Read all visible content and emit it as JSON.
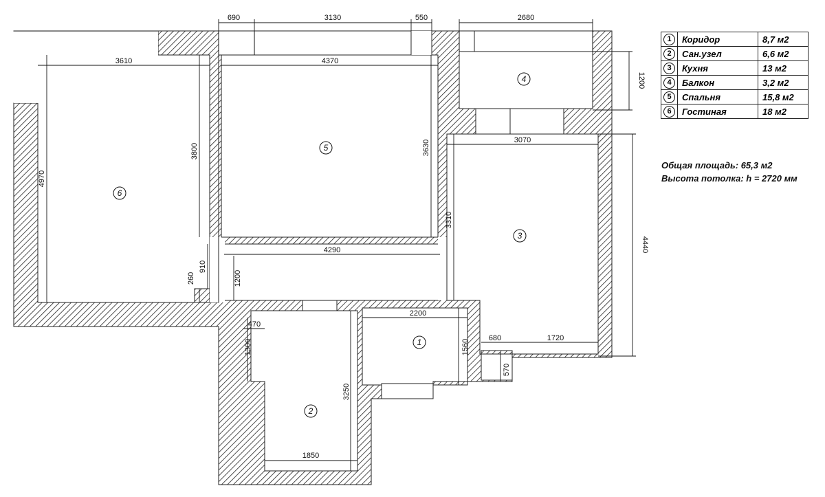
{
  "dimensions": {
    "top_a": "690",
    "top_b": "3130",
    "top_c": "550",
    "top_balcony": "2680",
    "w_living": "3610",
    "w_bedroom": "4370",
    "h_living": "4970",
    "h_wall_living": "3800",
    "h_bedroom": "3630",
    "w_kitchen": "3070",
    "h_kitchen_left": "3310",
    "h_kitchen_right": "4440",
    "h_balcony": "1200",
    "w_corridor_top": "4290",
    "h_910": "910",
    "h_1200": "1200",
    "h_260": "260",
    "w_2200": "2200",
    "h_1560": "1560",
    "w_680": "680",
    "w_1720": "1720",
    "h_570": "570",
    "w_470": "470",
    "h_1300": "1300",
    "h_3250": "3250",
    "w_1850": "1850"
  },
  "rooms": [
    {
      "num": "1",
      "name": "Коридор",
      "area": "8,7 м2"
    },
    {
      "num": "2",
      "name": "Сан.узел",
      "area": "6,6 м2"
    },
    {
      "num": "3",
      "name": "Кухня",
      "area": "13 м2"
    },
    {
      "num": "4",
      "name": "Балкон",
      "area": "3,2 м2"
    },
    {
      "num": "5",
      "name": "Спальня",
      "area": "15,8 м2"
    },
    {
      "num": "6",
      "name": "Гостиная",
      "area": "18 м2"
    }
  ],
  "summary": {
    "total_area": "Общая площадь: 65,3 м2",
    "ceiling_height": "Высота потолка: h = 2720 мм"
  }
}
